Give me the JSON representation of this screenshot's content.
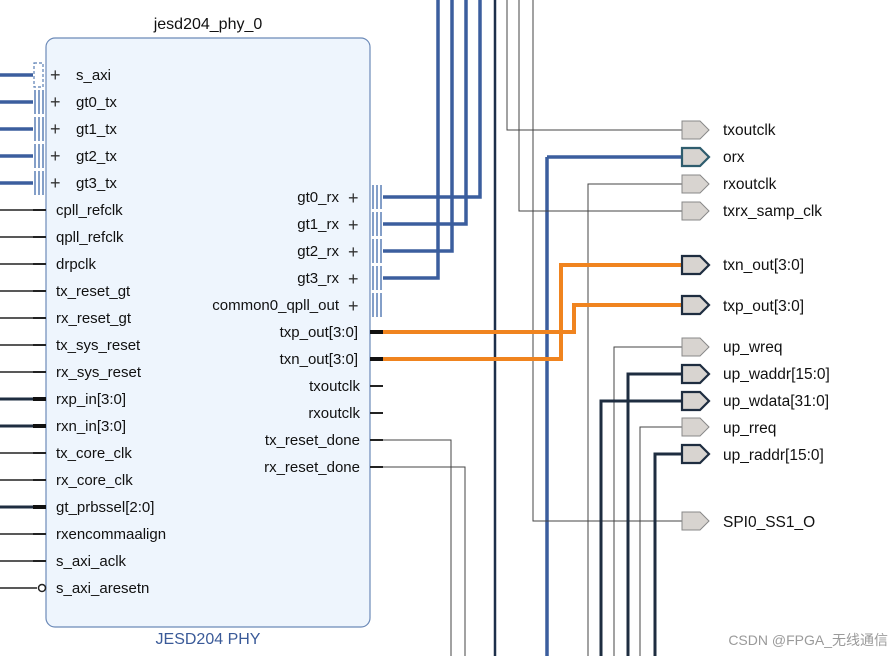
{
  "block": {
    "instance_name": "jesd204_phy_0",
    "type_label": "JESD204 PHY",
    "colors": {
      "fill": "#eef5fd",
      "stroke": "#6c8ab8"
    },
    "left_bus_pins": [
      "s_axi",
      "gt0_tx",
      "gt1_tx",
      "gt2_tx",
      "gt3_tx"
    ],
    "left_pins": [
      "cpll_refclk",
      "qpll_refclk",
      "drpclk",
      "tx_reset_gt",
      "rx_reset_gt",
      "tx_sys_reset",
      "rx_sys_reset",
      "rxp_in[3:0]",
      "rxn_in[3:0]",
      "tx_core_clk",
      "rx_core_clk",
      "gt_prbssel[2:0]",
      "rxencommaalign",
      "s_axi_aclk",
      "s_axi_aresetn"
    ],
    "right_bus_pins": [
      "gt0_rx",
      "gt1_rx",
      "gt2_rx",
      "gt3_rx",
      "common0_qpll_out"
    ],
    "right_pins": [
      "txp_out[3:0]",
      "txn_out[3:0]",
      "txoutclk",
      "rxoutclk",
      "tx_reset_done",
      "rx_reset_done"
    ]
  },
  "ports": [
    "txoutclk",
    "orx",
    "rxoutclk",
    "txrx_samp_clk",
    "txn_out[3:0]",
    "txp_out[3:0]",
    "up_wreq",
    "up_waddr[15:0]",
    "up_wdata[31:0]",
    "up_rreq",
    "up_raddr[15:0]",
    "SPI0_SS1_O"
  ],
  "colors": {
    "bus_net": "#3b5e9e",
    "highlight_net": "#f0841f",
    "signal_net": "#222222",
    "port_fill": "#d8d4d0",
    "interface_port_stroke": "#2f5d6e"
  },
  "watermark": "CSDN @FPGA_无线通信"
}
